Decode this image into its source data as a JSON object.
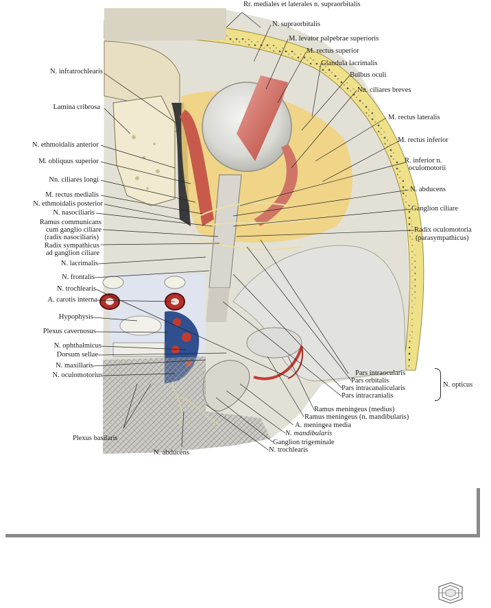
{
  "labels_top": [
    "Rr. mediales et laterales n. supraorbitalis",
    "N. supraorbitalis",
    "M. levator palpebrae superioris",
    "M. rectus superior",
    "Glandula lacrimalis",
    "Bulbus oculi",
    "Nn. ciliares breves"
  ],
  "labels_left": [
    "N. infratrochlearis",
    "Lamina cribrosa",
    "N. ethmoidalis anterior",
    "M. obliquus superior",
    "Nn. ciliares longi",
    "M. rectus medialis",
    "N. ethmoidalis posterior",
    "N. nasociliaris",
    "Ramus communicans",
    "cum ganglio ciliare",
    "(radix nasociliaris)",
    "Radix sympathicus",
    "ad ganglion ciliare",
    "N. lacrimalis",
    "N. frontalis",
    "N. trochlearis",
    "A. carotis interna",
    "Hypophysis",
    "Plexus cavernosus",
    "N. ophthalmicus",
    "Dorsum sellae",
    "N. maxillaris",
    "N. oculomotorius",
    "Plexus basilaris",
    "N. abducens"
  ],
  "labels_right": [
    "M. rectus lateralis",
    "M. rectus inferior",
    "R. inferior n.",
    "oculomotorii",
    "N. abducens",
    "Ganglion ciliare",
    "Radix oculomotoria",
    "(parasympathicus)"
  ],
  "labels_bottom": [
    "Pars intraocularis",
    "Pars orbitalis",
    "Pars intracanalicularis",
    "Pars intracranialis",
    "N. opticus",
    "Ramus meningeus (medius)",
    "Ramus meningeus (n. mandibularis)",
    "A. meningea media",
    "N. mandibularis",
    "Ganglion trigeminale",
    "N. trochlearis"
  ]
}
